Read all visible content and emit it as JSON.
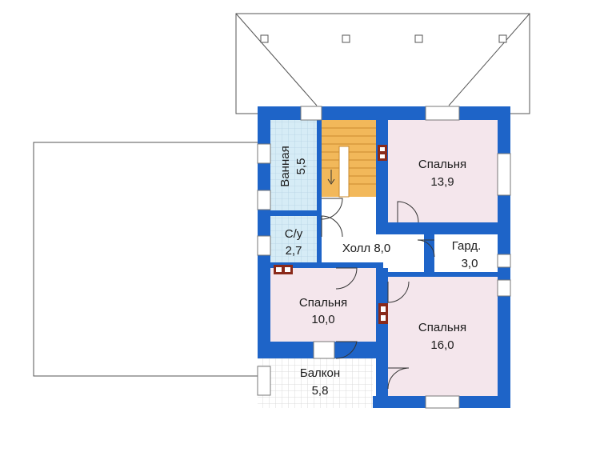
{
  "rooms": {
    "bath": {
      "name": "Ванная",
      "area": "5,5"
    },
    "wc": {
      "name": "С/у",
      "area": "2,7"
    },
    "hall": {
      "label": "Холл 8,0"
    },
    "wardrobe": {
      "name": "Гард.",
      "area": "3,0"
    },
    "bedroom1": {
      "name": "Спальня",
      "area": "13,9"
    },
    "bedroom2": {
      "name": "Спальня",
      "area": "10,0"
    },
    "bedroom3": {
      "name": "Спальня",
      "area": "16,0"
    },
    "balcony": {
      "name": "Балкон",
      "area": "5,8"
    }
  },
  "colors": {
    "wall": "#1e64c8",
    "bedroom": "#f4e6ec",
    "tile": "#d6ecf6",
    "stairs": "#f2b85a",
    "chimney": "#8a2a1a"
  }
}
